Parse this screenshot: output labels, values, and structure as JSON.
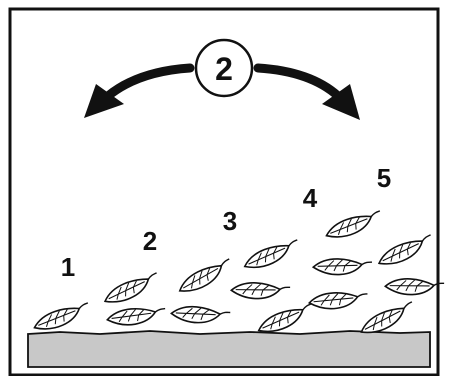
{
  "callout": {
    "number": "2"
  },
  "step_labels": [
    "1",
    "2",
    "3",
    "4",
    "5"
  ],
  "icons": {
    "left_arrow": "curved-arrow-left-icon",
    "right_arrow": "curved-arrow-right-icon",
    "leaf": "leaf-icon"
  },
  "colors": {
    "ground": "#c8c8c8",
    "ink": "#111111",
    "background": "#ffffff"
  }
}
